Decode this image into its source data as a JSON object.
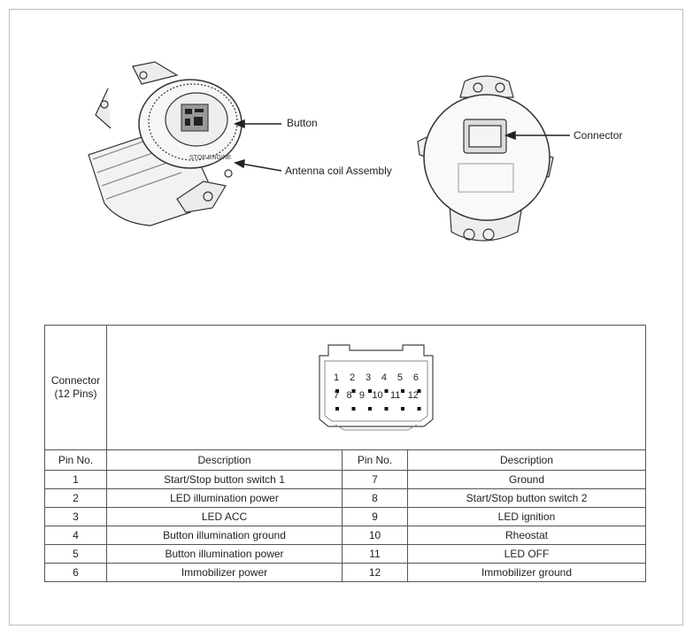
{
  "callouts": {
    "button": "Button",
    "antenna": "Antenna coil Assembly",
    "connector": "Connector"
  },
  "connector_label": {
    "line1": "Connector",
    "line2": "(12 Pins)"
  },
  "pin_top_row": [
    "1",
    "2",
    "3",
    "4",
    "5",
    "6"
  ],
  "pin_bottom_row": [
    "7",
    "8",
    "9",
    "10",
    "11",
    "12"
  ],
  "table": {
    "headers": [
      "Pin No.",
      "Description",
      "Pin No.",
      "Description"
    ],
    "rows": [
      [
        "1",
        "Start/Stop button switch 1",
        "7",
        "Ground"
      ],
      [
        "2",
        "LED illumination power",
        "8",
        "Start/Stop button switch 2"
      ],
      [
        "3",
        "LED ACC",
        "9",
        "LED ignition"
      ],
      [
        "4",
        "Button illumination ground",
        "10",
        "Rheostat"
      ],
      [
        "5",
        "Button illumination power",
        "11",
        "LED OFF"
      ],
      [
        "6",
        "Immobilizer power",
        "12",
        "Immobilizer ground"
      ]
    ]
  }
}
